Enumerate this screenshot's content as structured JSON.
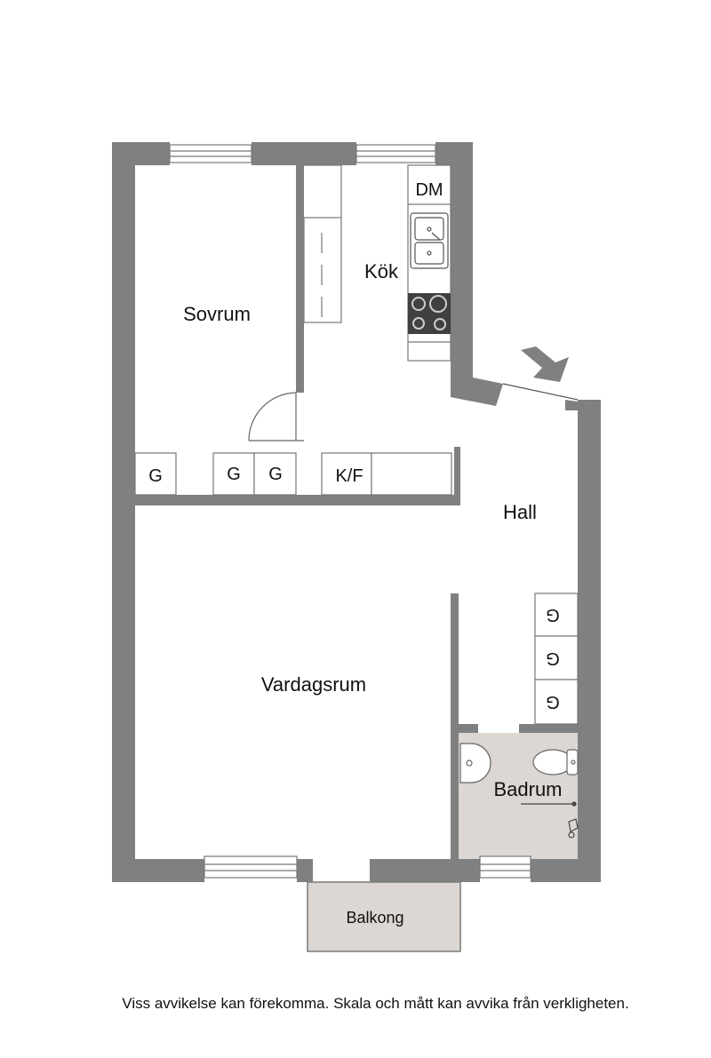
{
  "rooms": {
    "sovrum": "Sovrum",
    "kok": "Kök",
    "hall": "Hall",
    "vardagsrum": "Vardagsrum",
    "badrum": "Badrum",
    "balkong": "Balkong"
  },
  "fixtures": {
    "dishwasher": "DM",
    "fridge_freezer": "K/F",
    "wardrobe": "G",
    "hall_closet": "G"
  },
  "colors": {
    "wall": "#808080",
    "bathroom_floor": "#dcd7d3",
    "balcony_floor": "#dcd7d3",
    "stove_top": "#404040"
  },
  "disclaimer": "Viss avvikelse kan förekomma. Skala och mått kan avvika från verkligheten."
}
